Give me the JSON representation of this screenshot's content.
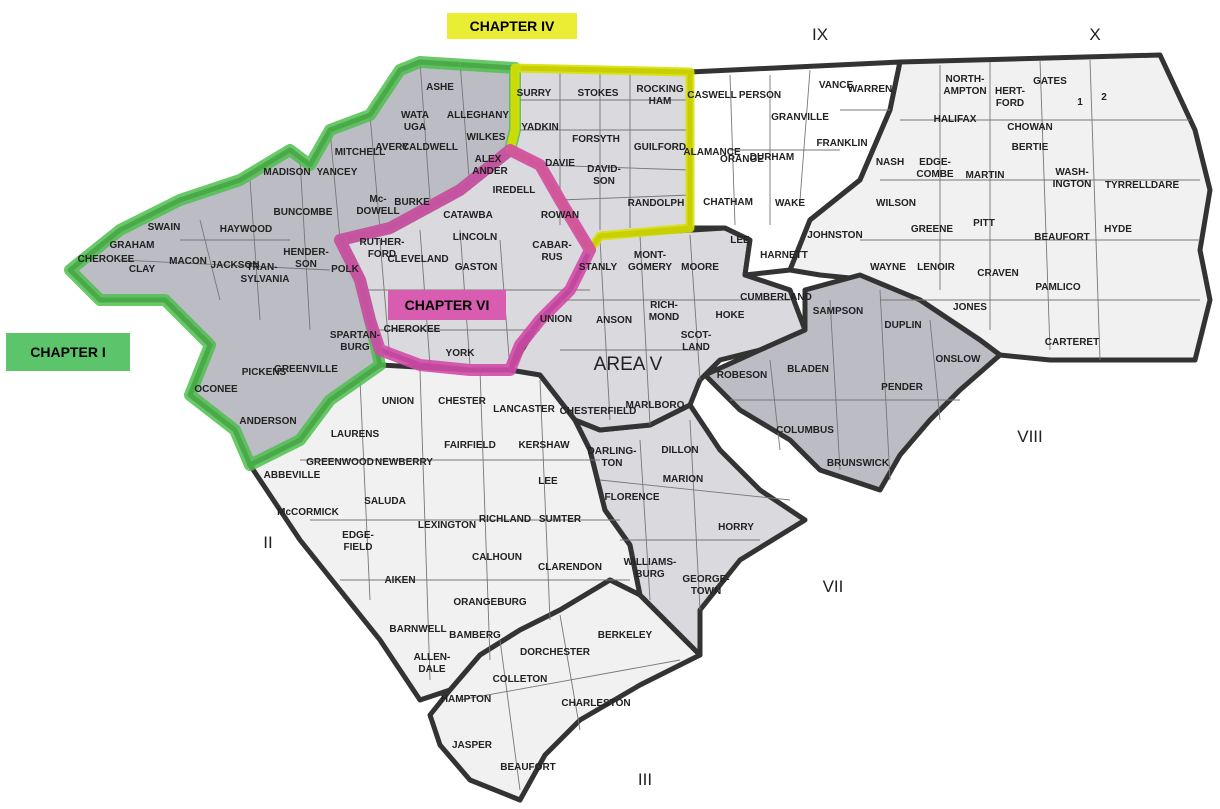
{
  "chapter_labels": {
    "chapter_iv": "CHAPTER IV",
    "chapter_i": "CHAPTER I",
    "chapter_vi": "CHAPTER VI"
  },
  "area_labels": {
    "ii": "II",
    "iii": "III",
    "area_v": "AREA V",
    "vii": "VII",
    "viii": "VIII",
    "ix": "IX",
    "x": "X"
  },
  "counties": {
    "ashe": "ASHE",
    "alleghany": "ALLEGHANY",
    "wata": "WATA",
    "uga": "UGA",
    "mitchell": "MITCHELL",
    "avery": "AVERY",
    "caldwell": "CALDWELL",
    "wilkes": "WILKES",
    "alex": "ALEX",
    "ander": "ANDER",
    "yancey": "YANCEY",
    "madison": "MADISON",
    "mc": "Mc-",
    "dowell": "DOWELL",
    "burke": "BURKE",
    "catawba": "CATAWBA",
    "iredell": "IREDELL",
    "rowan": "ROWAN",
    "buncombe": "BUNCOMBE",
    "haywood": "HAYWOOD",
    "swain": "SWAIN",
    "graham": "GRAHAM",
    "cherokee_nc": "CHEROKEE",
    "clay": "CLAY",
    "macon": "MACON",
    "jackson": "JACKSON",
    "tran": "TRAN-",
    "sylvania": "SYLVANIA",
    "hender": "HENDER-",
    "son": "SON",
    "polk": "POLK",
    "ruther": "RUTHER-",
    "ford": "FORD",
    "cleveland": "CLEVELAND",
    "lincoln": "LINCOLN",
    "gaston": "GASTON",
    "cabar": "CABAR-",
    "rus": "RUS",
    "union_nc": "UNION",
    "cherokee_sc": "CHEROKEE",
    "york": "YORK",
    "oconee": "OCONEE",
    "pickens": "PICKENS",
    "greenville": "GREENVILLE",
    "spartan": "SPARTAN-",
    "burg": "BURG",
    "anderson": "ANDERSON",
    "union_sc": "UNION",
    "chester": "CHESTER",
    "lancaster": "LANCASTER",
    "laurens": "LAURENS",
    "fairfield": "FAIRFIELD",
    "kershaw": "KERSHAW",
    "newberry": "NEWBERRY",
    "abbeville": "ABBEVILLE",
    "greenwood": "GREENWOOD",
    "mccormick": "McCORMICK",
    "saluda": "SALUDA",
    "edge": "EDGE-",
    "field": "FIELD",
    "lexington": "LEXINGTON",
    "richland": "RICHLAND",
    "lee_sc": "LEE",
    "sumter": "SUMTER",
    "calhoun": "CALHOUN",
    "clarendon": "CLARENDON",
    "aiken": "AIKEN",
    "orangeburg": "ORANGEBURG",
    "barnwell": "BARNWELL",
    "bamberg": "BAMBERG",
    "allen": "ALLEN-",
    "dale": "DALE",
    "dorchester": "DORCHESTER",
    "berkeley": "BERKELEY",
    "colleton": "COLLETON",
    "charleston": "CHARLESTON",
    "hampton": "HAMPTON",
    "jasper": "JASPER",
    "beaufort_sc": "BEAUFORT",
    "darling": "DARLING-",
    "ton": "TON",
    "dillon": "DILLON",
    "florence": "FLORENCE",
    "marion": "MARION",
    "horry": "HORRY",
    "williams": "WILLIAMS-",
    "burg2": "BURG",
    "george": "GEORGE-",
    "town": "TOWN",
    "chesterfield": "CHESTERFIELD",
    "marlboro": "MARLBORO",
    "stanly": "STANLY",
    "mont": "MONT-",
    "gomery": "GOMERY",
    "moore": "MOORE",
    "lee_nc": "LEE",
    "anson": "ANSON",
    "rich": "RICH-",
    "mond": "MOND",
    "scot": "SCOT-",
    "land": "LAND",
    "hoke": "HOKE",
    "cumberland": "CUMBERLAND",
    "sampson": "SAMPSON",
    "duplin": "DUPLIN",
    "onslow": "ONSLOW",
    "robeson": "ROBESON",
    "bladen": "BLADEN",
    "pender": "PENDER",
    "columbus": "COLUMBUS",
    "brunswick": "BRUNSWICK",
    "surry": "SURRY",
    "stokes": "STOKES",
    "rocking": "ROCKING",
    "ham": "HAM",
    "yadkin": "YADKIN",
    "forsyth": "FORSYTH",
    "guilford": "GUILFORD",
    "davie": "DAVIE",
    "david": "DAVID-",
    "son2": "SON",
    "randolph": "RANDOLPH",
    "caswell": "CASWELL",
    "person": "PERSON",
    "granville": "GRANVILLE",
    "vance": "VANCE",
    "warren": "WARREN",
    "alamance": "ALAMANCE",
    "orange": "ORANGE",
    "durham": "DURHAM",
    "franklin": "FRANKLIN",
    "chatham": "CHATHAM",
    "wake": "WAKE",
    "harnett": "HARNETT",
    "johnston": "JOHNSTON",
    "north": "NORTH-",
    "ampton": "AMPTON",
    "hert": "HERT-",
    "ford2": "FORD",
    "gates": "GATES",
    "halifax": "HALIFAX",
    "chowan": "CHOWAN",
    "bertie": "BERTIE",
    "nash": "NASH",
    "edge2": "EDGE-",
    "combe": "COMBE",
    "martin": "MARTIN",
    "wash": "WASH-",
    "ington": "INGTON",
    "tyrrell": "TYRRELL",
    "dare": "DARE",
    "wilson": "WILSON",
    "greene": "GREENE",
    "pitt": "PITT",
    "beaufort_nc": "BEAUFORT",
    "hyde": "HYDE",
    "wayne": "WAYNE",
    "lenoir": "LENOIR",
    "craven": "CRAVEN",
    "pamlico": "PAMLICO",
    "jones": "JONES",
    "carteret": "CARTERET",
    "one": "1",
    "two": "2"
  },
  "colors": {
    "chapter_i": "#5cc46a",
    "chapter_iv": "#e9ed33",
    "chapter_vi": "#d85cb0",
    "region_border": "#333333"
  }
}
